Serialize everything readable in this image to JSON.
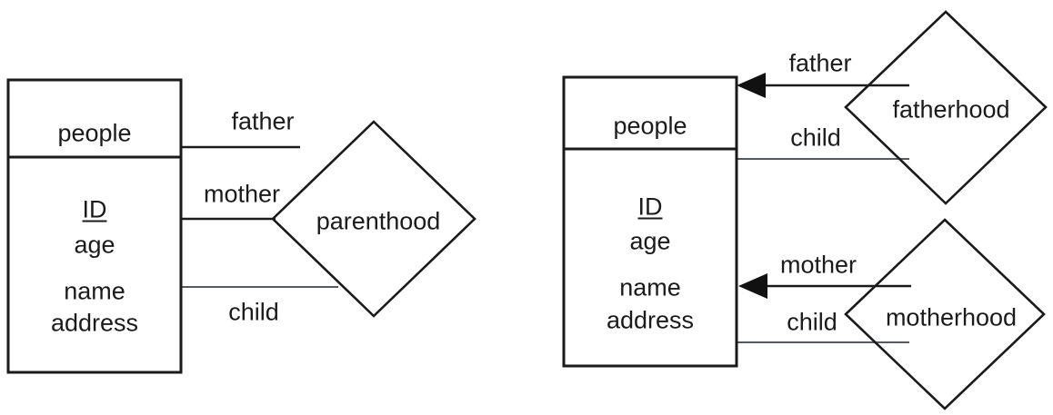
{
  "diagram": {
    "title": "Entity-Relationship diagram: parenthood modelled two ways",
    "stroke_color": "#1a1a1a",
    "line_color": "#555a5e",
    "background": "#ffffff",
    "variants": [
      {
        "id": "left",
        "entity": {
          "name": "people",
          "attributes": [
            {
              "name": "ID",
              "is_key": true
            },
            {
              "name": "age",
              "is_key": false
            },
            {
              "name": "name",
              "is_key": false
            },
            {
              "name": "address",
              "is_key": false
            }
          ]
        },
        "relationships": [
          {
            "name": "parenthood",
            "shape": "diamond",
            "roles": [
              {
                "label": "father",
                "arrow": false
              },
              {
                "label": "mother",
                "arrow": false
              },
              {
                "label": "child",
                "arrow": false
              }
            ]
          }
        ]
      },
      {
        "id": "right",
        "entity": {
          "name": "people",
          "attributes": [
            {
              "name": "ID",
              "is_key": true
            },
            {
              "name": "age",
              "is_key": false
            },
            {
              "name": "name",
              "is_key": false
            },
            {
              "name": "address",
              "is_key": false
            }
          ]
        },
        "relationships": [
          {
            "name": "fatherhood",
            "shape": "diamond",
            "roles": [
              {
                "label": "father",
                "arrow": true
              },
              {
                "label": "child",
                "arrow": false
              }
            ]
          },
          {
            "name": "motherhood",
            "shape": "diamond",
            "roles": [
              {
                "label": "mother",
                "arrow": true
              },
              {
                "label": "child",
                "arrow": false
              }
            ]
          }
        ]
      }
    ]
  },
  "left": {
    "entity_name": "people",
    "attr_id": "ID",
    "attr_age": "age",
    "attr_name": "name",
    "attr_address": "address",
    "role_father": "father",
    "role_mother": "mother",
    "role_child": "child",
    "rel_parenthood": "parenthood"
  },
  "right": {
    "entity_name": "people",
    "attr_id": "ID",
    "attr_age": "age",
    "attr_name": "name",
    "attr_address": "address",
    "role_father": "father",
    "role_child_father": "child",
    "role_mother": "mother",
    "role_child_mother": "child",
    "rel_fatherhood": "fatherhood",
    "rel_motherhood": "motherhood"
  }
}
